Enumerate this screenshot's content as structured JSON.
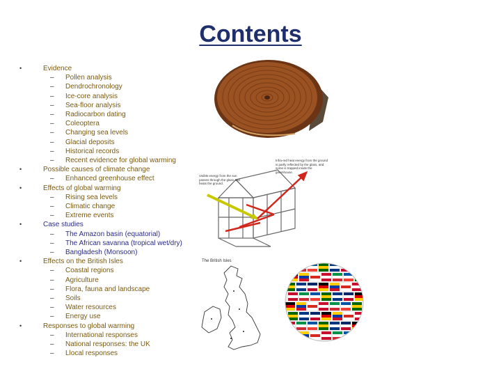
{
  "page": {
    "title": "Contents"
  },
  "outline": {
    "sections": [
      {
        "title": "Evidence",
        "style": "normal",
        "items": [
          "Pollen analysis",
          "Dendrochronology",
          "Ice-core analysis",
          "Sea-floor analysis",
          "Radiocarbon dating",
          "Coleoptera",
          "Changing sea levels",
          "Glacial deposits",
          "Historical records",
          "Recent evidence for global warming"
        ]
      },
      {
        "title": "Possible causes of climate change",
        "style": "normal",
        "items": [
          "Enhanced greenhouse effect"
        ]
      },
      {
        "title": "Effects of global warming",
        "style": "normal",
        "items": [
          "Rising sea levels",
          "Climatic change",
          "Extreme events"
        ]
      },
      {
        "title": "Case studies",
        "style": "case",
        "items": [
          "The Amazon basin (equatorial)",
          "The African savanna (tropical wet/dry)",
          "Bangladesh (Monsoon)"
        ]
      },
      {
        "title": "Effects on the British Isles",
        "style": "normal",
        "items": [
          "Coastal regions",
          "Agriculture",
          "Flora, fauna and landscape",
          "Soils",
          "Water resources",
          "Energy use"
        ]
      },
      {
        "title": "Responses to global warming",
        "style": "normal",
        "items": [
          "International responses",
          "National responses: the UK",
          "Llocal responses"
        ]
      }
    ]
  },
  "figures": {
    "greenhouse": {
      "caption_left": "Visible energy from the sun passes through the glass and heats the ground.",
      "caption_right": "Infra-red heat energy from the ground is partly reflected by the glass, and some is trapped inside the greenhouse."
    },
    "british_isles": {
      "label": "The British Isles"
    }
  },
  "colors": {
    "title": "#1f2f6b",
    "text": "#7a5a10",
    "case_text": "#2b2b8a",
    "arrow_red": "#d0261c",
    "arrow_yellow": "#c8c800"
  }
}
